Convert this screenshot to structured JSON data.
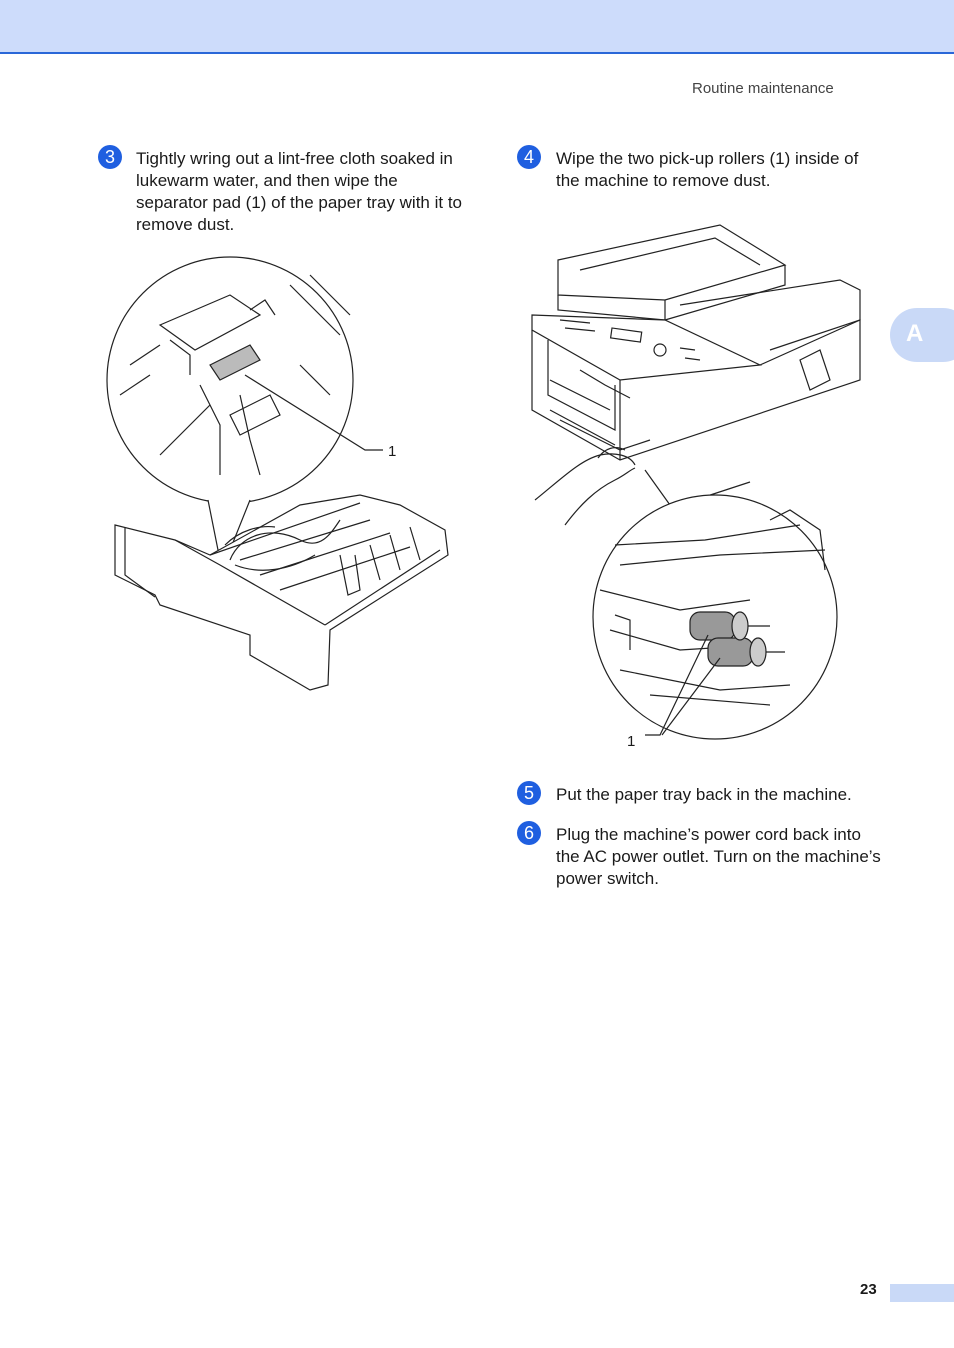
{
  "header": {
    "section_title": "Routine maintenance"
  },
  "side_tab": {
    "letter": "A"
  },
  "steps": [
    {
      "number": "3",
      "text": "Tightly wring out a lint-free cloth soaked in lukewarm water, and then wipe the separator pad (1) of the paper tray with it to remove dust."
    },
    {
      "number": "4",
      "text": "Wipe the two pick-up rollers (1) inside of the machine to remove dust."
    },
    {
      "number": "5",
      "text": "Put the paper tray back in the machine."
    },
    {
      "number": "6",
      "text": "Plug the machine’s power cord back into the AC power outlet. Turn on the machine’s power switch."
    }
  ],
  "figures": {
    "tray_callout": "1",
    "roller_callout": "1"
  },
  "footer": {
    "page_number": "23"
  }
}
